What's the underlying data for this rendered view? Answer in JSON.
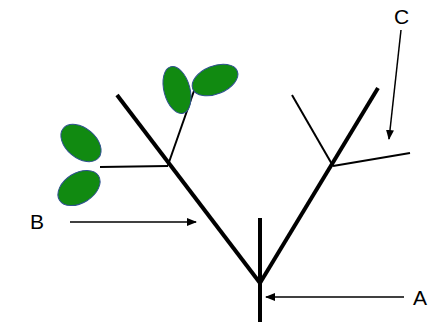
{
  "diagram": {
    "labels": [
      "C",
      "B",
      "A"
    ]
  }
}
